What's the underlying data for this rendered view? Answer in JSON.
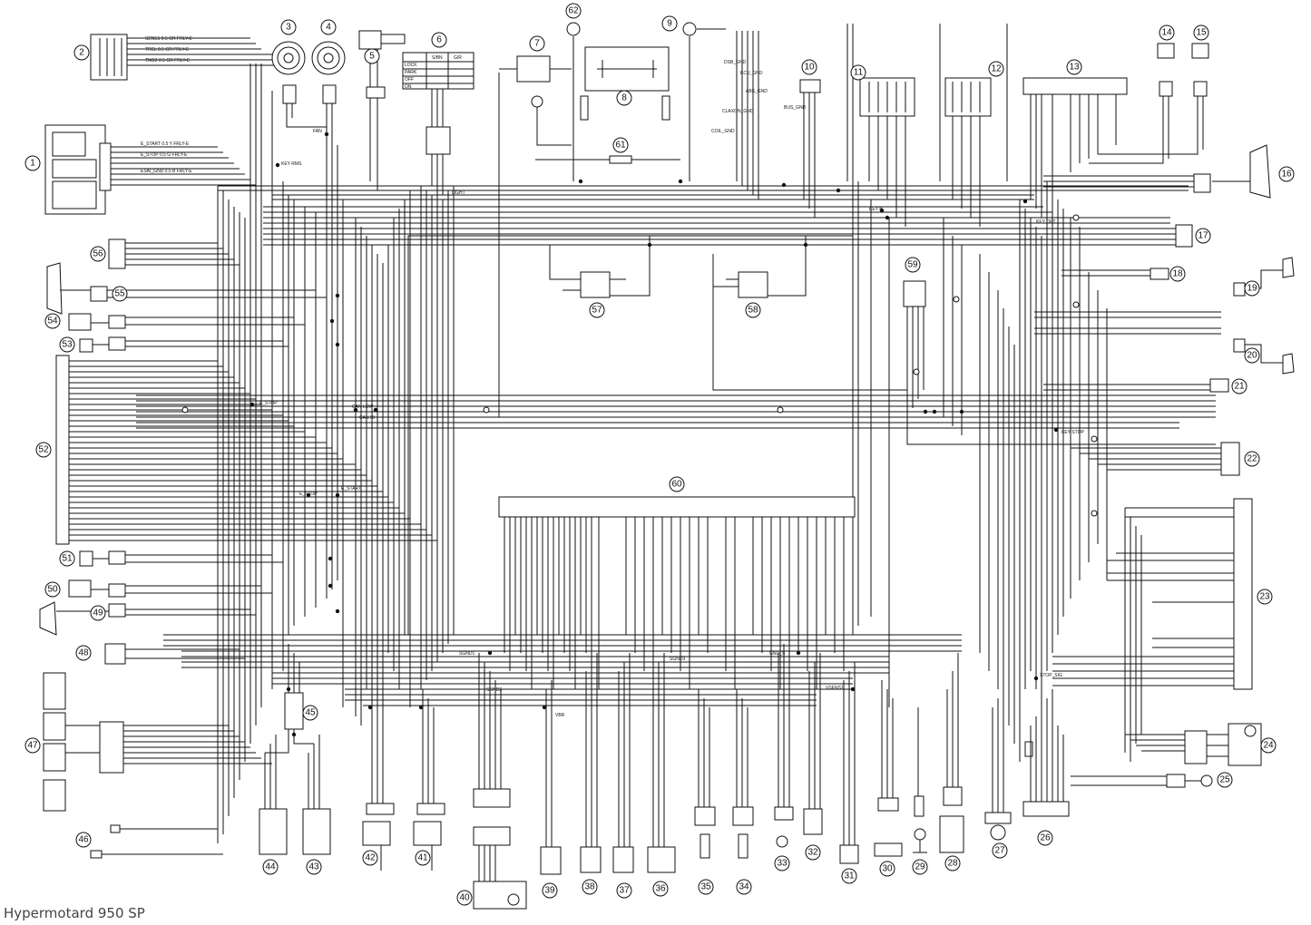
{
  "caption": "Hypermotard 950 SP",
  "callouts": [
    "1",
    "2",
    "3",
    "4",
    "5",
    "6",
    "7",
    "8",
    "9",
    "10",
    "11",
    "12",
    "13",
    "14",
    "15",
    "16",
    "17",
    "18",
    "19",
    "20",
    "21",
    "22",
    "23",
    "24",
    "25",
    "26",
    "27",
    "28",
    "29",
    "30",
    "31",
    "32",
    "33",
    "34",
    "35",
    "36",
    "37",
    "38",
    "39",
    "40",
    "41",
    "42",
    "43",
    "44",
    "45",
    "46",
    "47",
    "48",
    "49",
    "50",
    "51",
    "52",
    "53",
    "54",
    "55",
    "56",
    "57",
    "58",
    "59",
    "60",
    "61",
    "62"
  ],
  "net_labels": {
    "key_rms": "KEY RMS",
    "key_stop": "KEY STOP",
    "key_opt": "KEY OPT",
    "can_low": "CAN LOW",
    "can_hi": "CAN HI",
    "e_start": "E_START",
    "e_stop": "E_STOP",
    "fan": "FAN",
    "light": "LIGHT",
    "stop_sig": "STOP_SIG",
    "vbr": "VBR",
    "vsens1": "VSENS1",
    "sgnd1": "SGND1",
    "sgnd2": "SGND2",
    "sgnd3": "SGND3",
    "dsb_gnd": "DSB_GND",
    "ecu_gnd": "ECU_GND",
    "abs_gnd": "ABS_GND",
    "claxon_gnd": "CLAXON_GND",
    "coil_gnd": "COIL_GND",
    "bus_gnd": "BUS_GND",
    "gnd_s": "GND_S",
    "key_b": "KEY B"
  },
  "ignition_switch": {
    "header": [
      "",
      "S/BN",
      "G/R"
    ],
    "rows": [
      "LOCK",
      "PARK",
      "OFF",
      "ON"
    ]
  }
}
